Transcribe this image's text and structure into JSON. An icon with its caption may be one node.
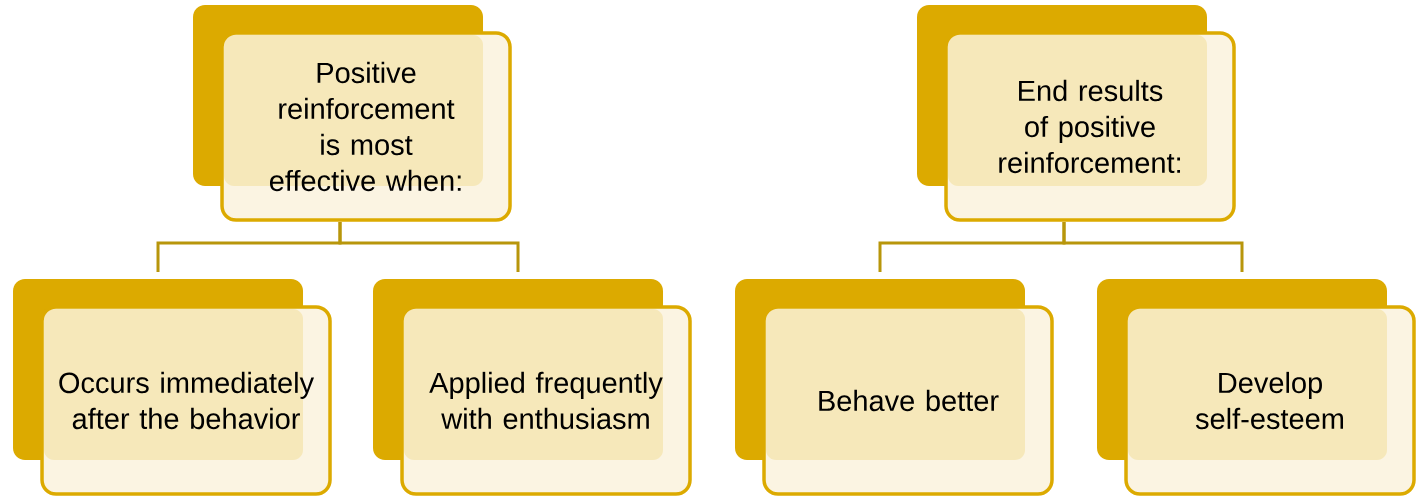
{
  "diagram": {
    "nodes": [
      {
        "text": [
          "Positive reinforcement is most effective when:"
        ]
      },
      {
        "text": [
          "Occurs immediately after the behavior"
        ]
      },
      {
        "text": [
          "Applied frequently with enthusiasm"
        ]
      },
      {
        "text": [
          "End results of positive reinforcement:"
        ]
      },
      {
        "text": [
          "Behave better"
        ]
      },
      {
        "text": [
          "Develop self-esteem"
        ]
      }
    ],
    "edges": [
      {
        "from": 0,
        "to": 1,
        "arrow": "none"
      },
      {
        "from": 0,
        "to": 2,
        "arrow": "none"
      },
      {
        "from": 3,
        "to": 4,
        "arrow": "none"
      },
      {
        "from": 3,
        "to": 5,
        "arrow": "none"
      }
    ]
  }
}
